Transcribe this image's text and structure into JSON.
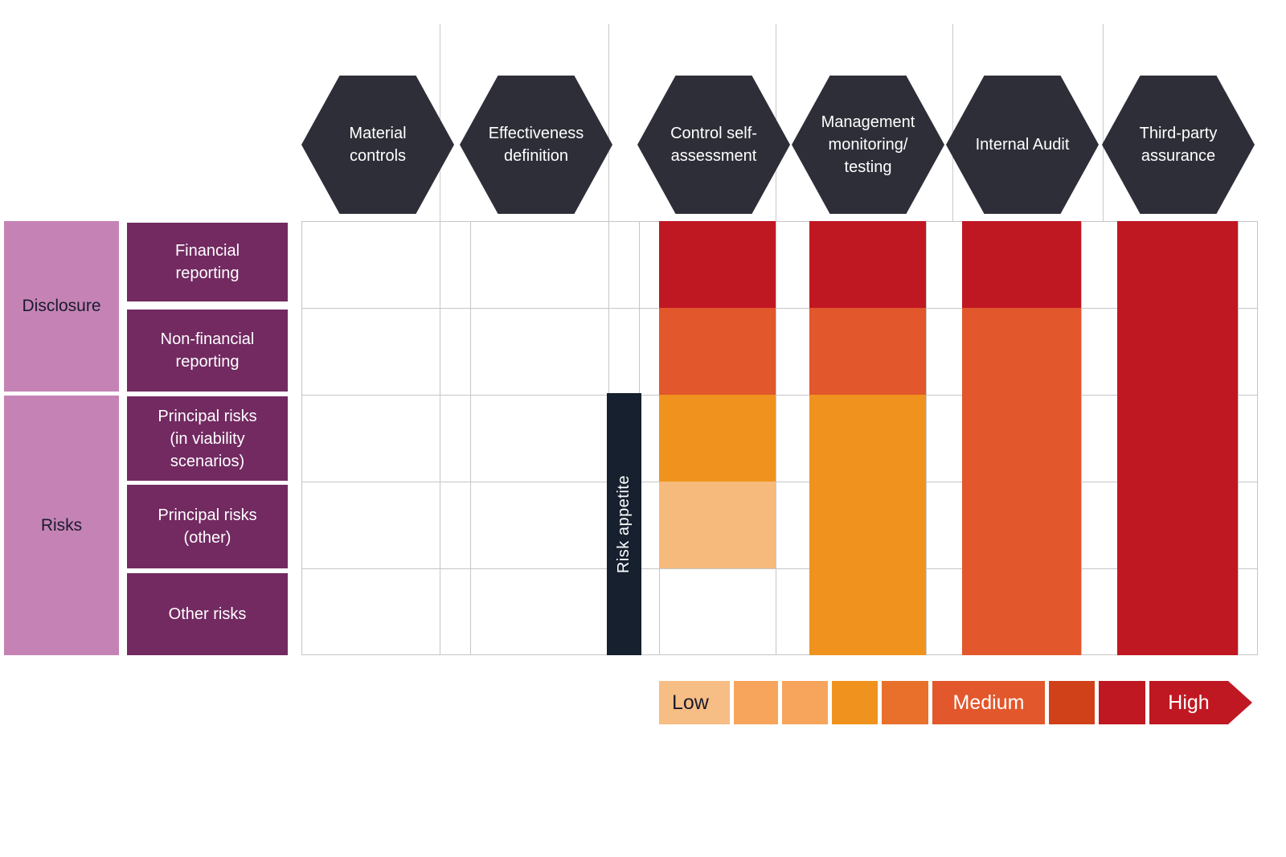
{
  "chart_data": {
    "type": "heatmap",
    "columns": [
      {
        "label": "Material controls"
      },
      {
        "label": "Effectiveness definition"
      },
      {
        "label": "Control self-assessment"
      },
      {
        "label": "Management monitoring/ testing"
      },
      {
        "label": "Internal Audit"
      },
      {
        "label": "Third-party assurance"
      }
    ],
    "row_groups": [
      {
        "label": "Disclosure",
        "rows": [
          0,
          1
        ]
      },
      {
        "label": "Risks",
        "rows": [
          2,
          3,
          4
        ]
      }
    ],
    "rows": [
      "Financial reporting",
      "Non-financial reporting",
      "Principal risks (in viability scenarios)",
      "Principal risks (other)",
      "Other risks"
    ],
    "risk_appetite_label": "Risk appetite",
    "cells": [
      [
        "none",
        "none",
        "high",
        "high",
        "high",
        "high"
      ],
      [
        "none",
        "none",
        "medium",
        "medium",
        "medium",
        "high"
      ],
      [
        "none",
        "none",
        "medium_low",
        "medium_low",
        "medium",
        "high"
      ],
      [
        "none",
        "none",
        "low",
        "medium_low",
        "medium",
        "high"
      ],
      [
        "none",
        "none",
        "none",
        "medium_low",
        "medium",
        "high"
      ]
    ],
    "palette": {
      "none": "transparent",
      "low": "#f6ba7c",
      "medium_low": "#f0931e",
      "medium": "#e2572b",
      "high": "#c01823"
    },
    "legend": {
      "items": [
        {
          "label": "Low",
          "color": "#f6bd85"
        },
        {
          "label": "",
          "color": "#f7a55c"
        },
        {
          "label": "",
          "color": "#f7a55c"
        },
        {
          "label": "",
          "color": "#f0931e"
        },
        {
          "label": "",
          "color": "#e8702b"
        },
        {
          "label": "Medium",
          "color": "#e2572b"
        },
        {
          "label": "",
          "color": "#d0411a"
        },
        {
          "label": "",
          "color": "#c01823"
        },
        {
          "label": "High",
          "color": "#c01823"
        }
      ]
    },
    "colors": {
      "hexagon": "#2e2e38",
      "group_pink": "#c583b5",
      "row_purple": "#722a61",
      "risk_appetite_bar": "#16202e",
      "grid_line": "#c6c6c6"
    }
  }
}
